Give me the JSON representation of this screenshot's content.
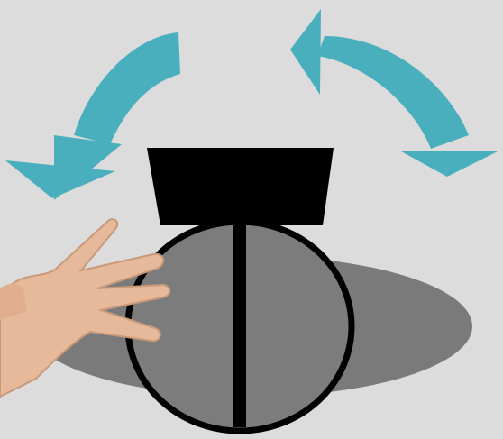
{
  "scene": {
    "background_color": "#dcdcdc",
    "arrow_color": "#4aafbd",
    "shadow_color": "#7a7a7a",
    "body_fill": "#7c7c7c",
    "outline_color": "#000000",
    "skin_color": "#e6b99a",
    "elements": [
      "rotate-left-arrow-icon",
      "rotate-right-arrow-icon",
      "object-shadow",
      "top-block",
      "round-body",
      "hand-icon"
    ]
  }
}
